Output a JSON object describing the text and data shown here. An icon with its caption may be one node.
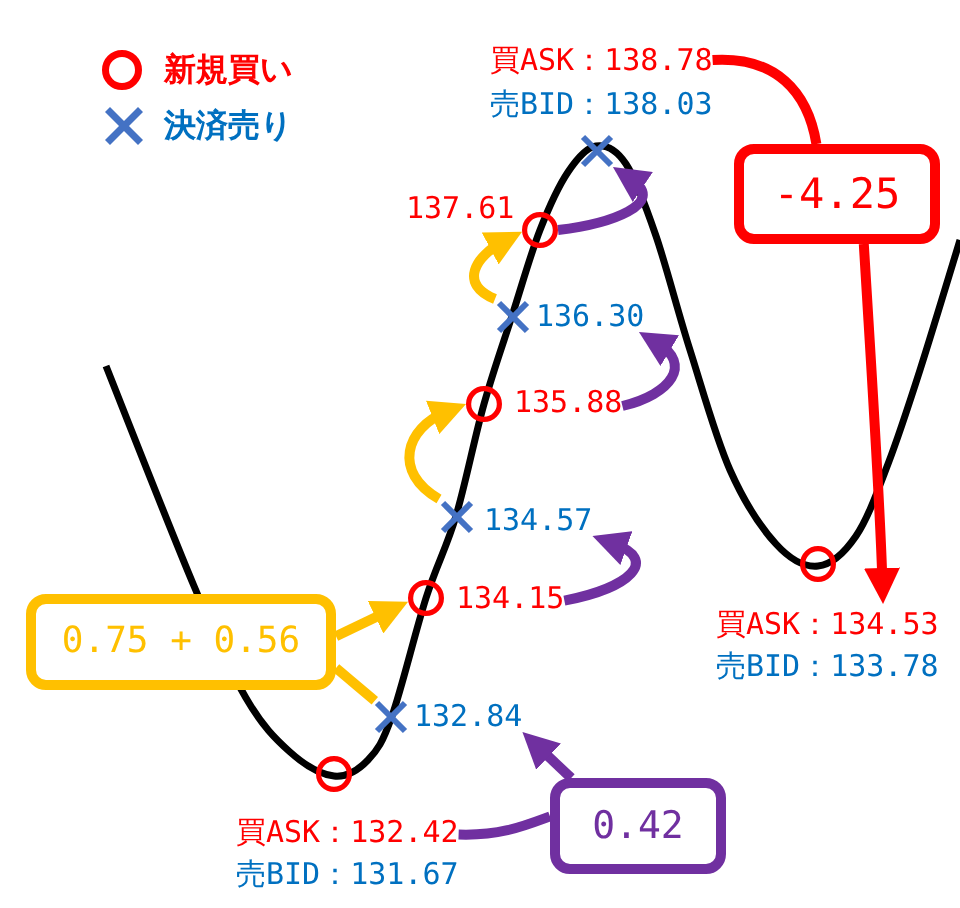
{
  "diagram": {
    "nodes": [
      {
        "text": [
          "買ASK：138.78",
          "売BID：138.03"
        ]
      },
      {
        "text": [],
        "shape": "cross"
      },
      {
        "text": [
          "-4.25"
        ]
      },
      {
        "text": [
          "137.61"
        ]
      },
      {
        "text": [],
        "shape": "circle"
      },
      {
        "text": [],
        "shape": "cross"
      },
      {
        "text": [
          "136.30"
        ]
      },
      {
        "text": [],
        "shape": "circle"
      },
      {
        "text": [
          "135.88"
        ]
      },
      {
        "text": [],
        "shape": "cross"
      },
      {
        "text": [
          "134.57"
        ]
      },
      {
        "text": [],
        "shape": "circle"
      },
      {
        "text": [],
        "shape": "circle"
      },
      {
        "text": [
          "134.15"
        ]
      },
      {
        "text": [
          "0.75 + 0.56"
        ]
      },
      {
        "text": [
          "買ASK：134.53",
          "売BID：133.78"
        ]
      },
      {
        "text": [],
        "shape": "cross"
      },
      {
        "text": [
          "132.84"
        ]
      },
      {
        "text": [],
        "shape": "circle"
      },
      {
        "text": [
          "0.42"
        ]
      },
      {
        "text": [
          "買ASK：132.42",
          "売BID：131.67"
        ]
      }
    ],
    "edges": [
      {
        "from": 14,
        "to": 12,
        "arrow": "to",
        "color": "#ffc000"
      },
      {
        "from": 14,
        "to": 16,
        "arrow": "none",
        "color": "#ffc000"
      },
      {
        "from": 9,
        "to": 7,
        "arrow": "to",
        "color": "#ffc000"
      },
      {
        "from": 5,
        "to": 4,
        "arrow": "to",
        "color": "#ffc000"
      },
      {
        "from": 13,
        "to": 10,
        "arrow": "to",
        "color": "#7030a0"
      },
      {
        "from": 8,
        "to": 6,
        "arrow": "to",
        "color": "#7030a0"
      },
      {
        "from": 4,
        "to": 1,
        "arrow": "to",
        "color": "#7030a0"
      },
      {
        "from": 19,
        "to": 17,
        "arrow": "to",
        "color": "#7030a0"
      },
      {
        "from": 20,
        "to": 19,
        "arrow": "none",
        "color": "#7030a0"
      },
      {
        "from": 0,
        "to": 2,
        "arrow": "none",
        "color": "#ff0000"
      },
      {
        "from": 2,
        "to": 15,
        "arrow": "to",
        "color": "#ff0000"
      }
    ],
    "legend": [
      {
        "text": "新規買い"
      },
      {
        "text": "決済売り"
      }
    ]
  }
}
